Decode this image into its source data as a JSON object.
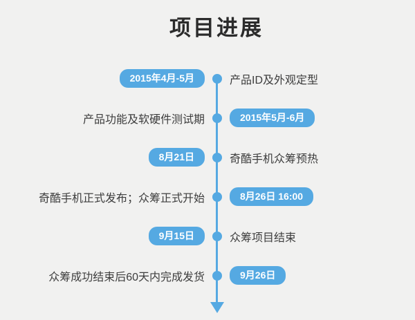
{
  "page": {
    "title": "项目进展",
    "background_color": "#F1F1F0",
    "accent_color": "#55A9E2",
    "title_color": "#2B2B2B",
    "label_color": "#3D3D3D"
  },
  "timeline": {
    "axis_icon": "arrow-down-icon",
    "rows": [
      {
        "left": {
          "kind": "pill",
          "text": "2015年4月-5月"
        },
        "right": {
          "kind": "label",
          "text": "产品ID及外观定型"
        }
      },
      {
        "left": {
          "kind": "label",
          "text": "产品功能及软硬件测试期"
        },
        "right": {
          "kind": "pill",
          "text": "2015年5月-6月"
        }
      },
      {
        "left": {
          "kind": "pill",
          "text": "8月21日"
        },
        "right": {
          "kind": "label",
          "text": "奇酷手机众筹预热"
        }
      },
      {
        "left": {
          "kind": "label",
          "text": "奇酷手机正式发布；众筹正式开始"
        },
        "right": {
          "kind": "pill",
          "text": "8月26日 16:00"
        }
      },
      {
        "left": {
          "kind": "pill",
          "text": "9月15日"
        },
        "right": {
          "kind": "label",
          "text": "众筹项目结束"
        }
      },
      {
        "left": {
          "kind": "label",
          "text": "众筹成功结束后60天内完成发货"
        },
        "right": {
          "kind": "pill",
          "text": "9月26日"
        }
      }
    ]
  }
}
